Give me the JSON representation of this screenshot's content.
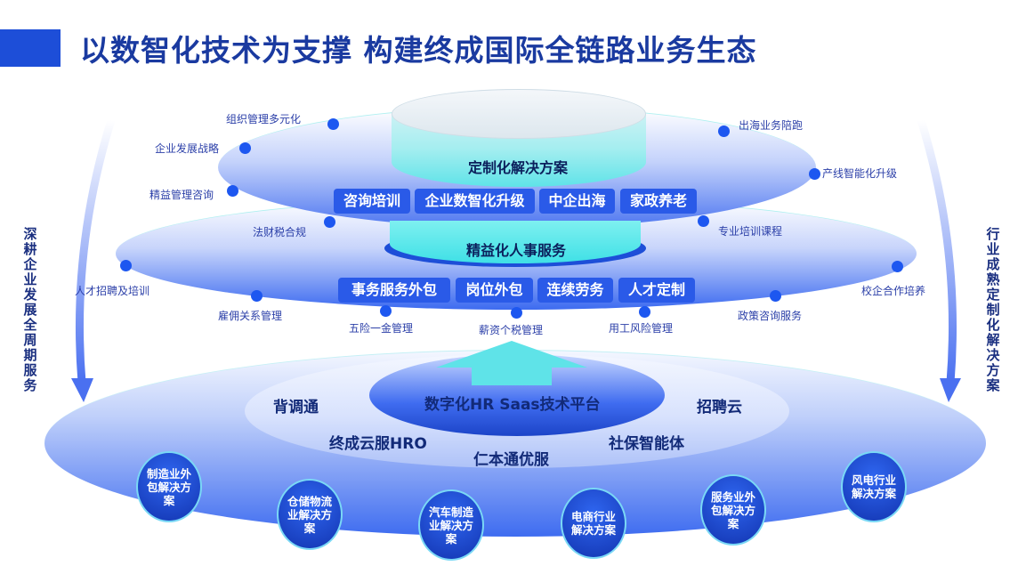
{
  "title": "以数智化技术为支撑 构建终成国际全链路业务生态",
  "side_left": "深耕企业发展全周期服务",
  "side_right": "行业成熟定制化解决方案",
  "top_layer": {
    "title": "定制化解决方案",
    "tags": [
      "咨询培训",
      "企业数智化升级",
      "中企出海",
      "家政养老"
    ],
    "points": [
      "组织管理多元化",
      "企业发展战略",
      "精益管理咨询",
      "法财税合规",
      "出海业务陪跑",
      "产线智能化升级",
      "专业培训课程"
    ]
  },
  "mid_layer": {
    "title": "精益化人事服务",
    "tags": [
      "事务服务外包",
      "岗位外包",
      "连续劳务",
      "人才定制"
    ],
    "points": [
      "人才招聘及培训",
      "雇佣关系管理",
      "五险一金管理",
      "薪资个税管理",
      "用工风险管理",
      "政策咨询服务",
      "校企合作培养"
    ]
  },
  "platform": {
    "core": "数字化HR Saas技术平台",
    "products": [
      "背调通",
      "招聘云",
      "终成云服HRO",
      "社保智能体",
      "仁本通优服"
    ]
  },
  "industries": [
    "制造业外包解决方案",
    "仓储物流业解决方案",
    "汽车制造业解决方案",
    "电商行业解决方案",
    "服务业外包解决方案",
    "风电行业解决方案"
  ],
  "colors": {
    "primary": "#1d4ed8",
    "title": "#1a3aa0",
    "accent": "#5fe3e8"
  }
}
